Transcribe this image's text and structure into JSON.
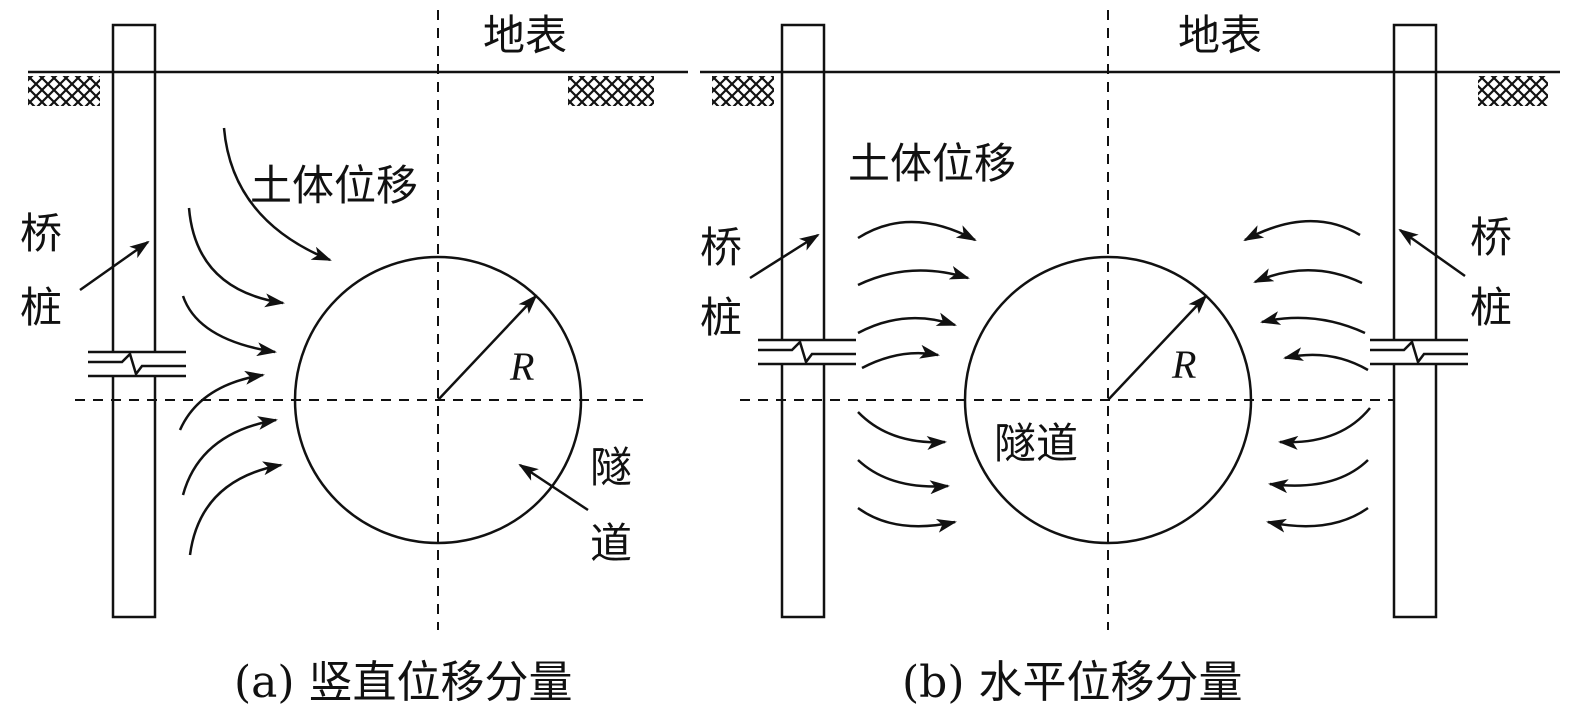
{
  "panel_a": {
    "ground_label": "地表",
    "soil_label": "土体位移",
    "pile_label_1": "桥",
    "pile_label_2": "桩",
    "radius_label": "R",
    "tunnel_label_1": "隧",
    "tunnel_label_2": "道",
    "caption": "(a) 竖直位移分量"
  },
  "panel_b": {
    "ground_label": "地表",
    "soil_label": "土体位移",
    "pile_left_label_1": "桥",
    "pile_left_label_2": "桩",
    "pile_right_label_1": "桥",
    "pile_right_label_2": "桩",
    "radius_label": "R",
    "tunnel_label": "隧道",
    "caption": "(b) 水平位移分量"
  },
  "colors": {
    "ink": "#111111",
    "background": "#ffffff"
  }
}
